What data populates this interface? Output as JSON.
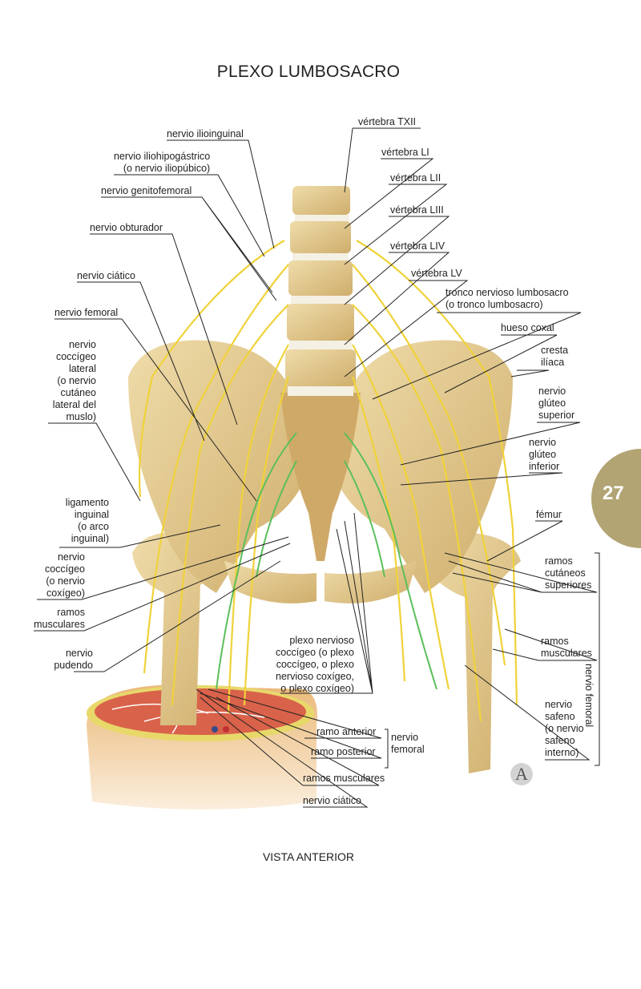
{
  "title": "PLEXO LUMBOSACRO",
  "subtitle": "VISTA ANTERIOR",
  "page_number": "27",
  "colors": {
    "tab": "#b2a473",
    "bone": "#e2c98f",
    "nerve": "#f0d23a",
    "coccygeal_nerve": "#5cbf5c",
    "muscle": "#d9624a",
    "fat": "#e8d86a",
    "skin": "#f1c98e"
  },
  "labels_left": {
    "ilioinguinal": "nervio ilioinguinal",
    "iliohipogastrico": "nervio iliohipogástrico\n(o nervio iliopúbico)",
    "genitofemoral": "nervio genitofemoral",
    "obturador": "nervio obturador",
    "ciatico": "nervio ciático",
    "femoral": "nervio femoral",
    "cutaneo_lateral": "nervio\ncoccígeo\nlateral\n(o nervio\ncutáneo\nlateral del\nmuslo)",
    "ligamento": "ligamento\ninguinal\n(o arco\ninguinal)",
    "coccigeo": "nervio\ncoccígeo\n(o nervio\ncoxígeo)",
    "ramos_musculares": "ramos\nmusculares",
    "pudendo": "nervio\npudendo"
  },
  "labels_right": {
    "txii": "vértebra TXII",
    "li": "vértebra LI",
    "lii": "vértebra LII",
    "liii": "vértebra LIII",
    "liv": "vértebra LIV",
    "lv": "vértebra LV",
    "tronco": "tronco nervioso lumbosacro\n(o tronco lumbosacro)",
    "hueso_coxal": "hueso coxal",
    "cresta": "cresta\nilíaca",
    "gluteo_sup": "nervio\nglúteo\nsuperior",
    "gluteo_inf": "nervio\nglúteo\ninferior",
    "femur": "fémur",
    "ramos_cutaneos": "ramos\ncutáneos\nsuperiores",
    "ramos_musculares": "ramos\nmusculares",
    "safeno": "nervio\nsafeno\n(o nervio\nsafeno\ninterno)",
    "nervio_femoral_bracket": "nervio femoral"
  },
  "labels_bottom": {
    "plexo_coccigeo": "plexo nervioso\ncoccígeo (o plexo\ncoccígeo, o plexo\nnervioso coxígeo,\no plexo coxígeo)",
    "ramo_anterior": "ramo anterior",
    "ramo_posterior": "ramo posterior",
    "nervio_femoral": "nervio\nfemoral",
    "ramos_musculares": "ramos musculares",
    "nervio_ciatico": "nervio ciático"
  },
  "stamp_letter": "A"
}
